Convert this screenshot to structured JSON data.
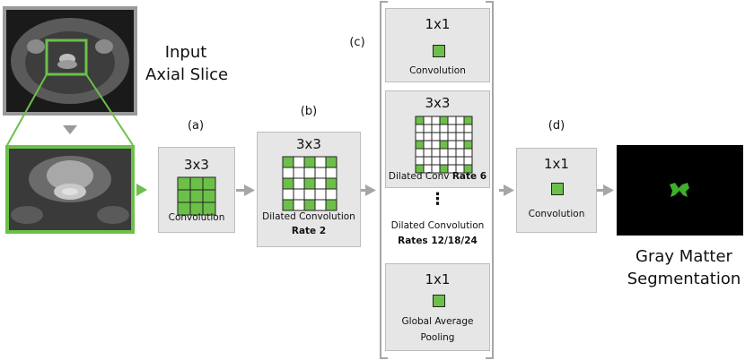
{
  "input_label": [
    "Input",
    "Axial Slice"
  ],
  "output_label": [
    "Gray Matter",
    "Segmentation"
  ],
  "stage_labels": {
    "a": "(a)",
    "b": "(b)",
    "c": "(c)",
    "d": "(d)"
  },
  "block_a": {
    "kernel": "3x3",
    "caption": "Convolution"
  },
  "block_b": {
    "kernel": "3x3",
    "caption": "Dilated Convolution",
    "rate": "Rate 2"
  },
  "aspp": {
    "conv1x1": {
      "kernel": "1x1",
      "caption": "Convolution"
    },
    "dilated": {
      "kernel": "3x3",
      "caption": "Dilated Conv",
      "rate": "Rate 6"
    },
    "ellipsis": "⋮",
    "more": {
      "caption": "Dilated Convolution",
      "rates": "Rates 12/18/24"
    },
    "pool": {
      "kernel": "1x1",
      "caption_line1": "Global Average",
      "caption_line2": "Pooling"
    }
  },
  "block_d": {
    "kernel": "1x1",
    "caption": "Convolution"
  },
  "colors": {
    "green": "#6cc04a",
    "gray_box": "#e6e6e6",
    "arrow": "#a6a6a6"
  }
}
